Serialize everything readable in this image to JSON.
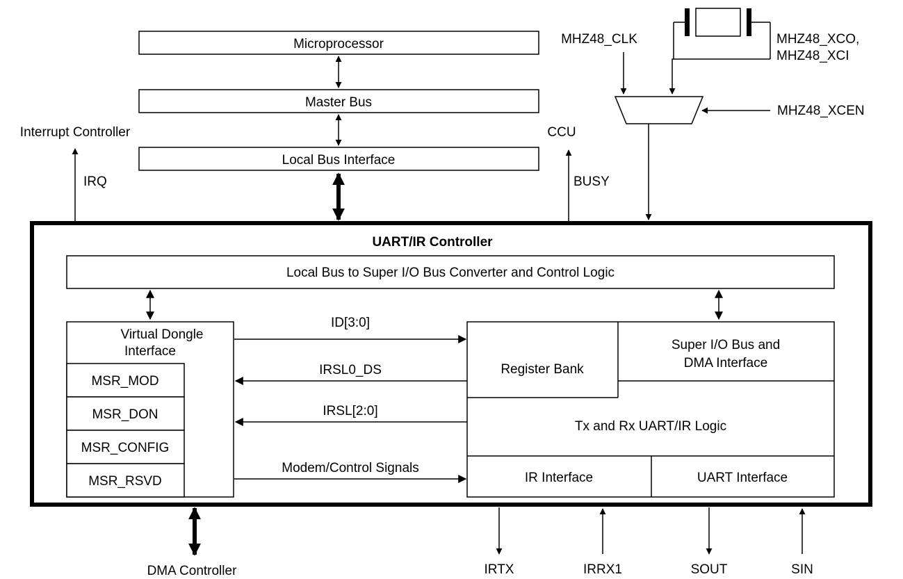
{
  "top": {
    "microprocessor": "Microprocessor",
    "master_bus": "Master Bus",
    "local_bus_interface": "Local Bus Interface"
  },
  "external": {
    "interrupt_controller": "Interrupt Controller",
    "irq": "IRQ",
    "ccu": "CCU",
    "busy": "BUSY",
    "mhz48_clk": "MHZ48_CLK",
    "mhz48_xco": "MHZ48_XCO,",
    "mhz48_xci": "MHZ48_XCI",
    "mhz48_xcen": "MHZ48_XCEN",
    "dma_controller": "DMA Controller"
  },
  "controller": {
    "title": "UART/IR Controller",
    "bus_converter": "Local Bus to Super I/O Bus Converter and Control Logic",
    "vdi_line1": "Virtual Dongle",
    "vdi_line2": "Interface",
    "msr": [
      "MSR_MOD",
      "MSR_DON",
      "MSR_CONFIG",
      "MSR_RSVD"
    ],
    "register_bank": "Register Bank",
    "superio_line1": "Super I/O Bus and",
    "superio_line2": "DMA Interface",
    "txrx_logic": "Tx and Rx UART/IR Logic",
    "ir_interface": "IR Interface",
    "uart_interface": "UART Interface"
  },
  "signals": {
    "id": "ID[3:0]",
    "irsl0_ds": "IRSL0_DS",
    "irsl": "IRSL[2:0]",
    "modem": "Modem/Control Signals"
  },
  "pins": {
    "irtx": "IRTX",
    "irrx1": "IRRX1",
    "sout": "SOUT",
    "sin": "SIN"
  }
}
